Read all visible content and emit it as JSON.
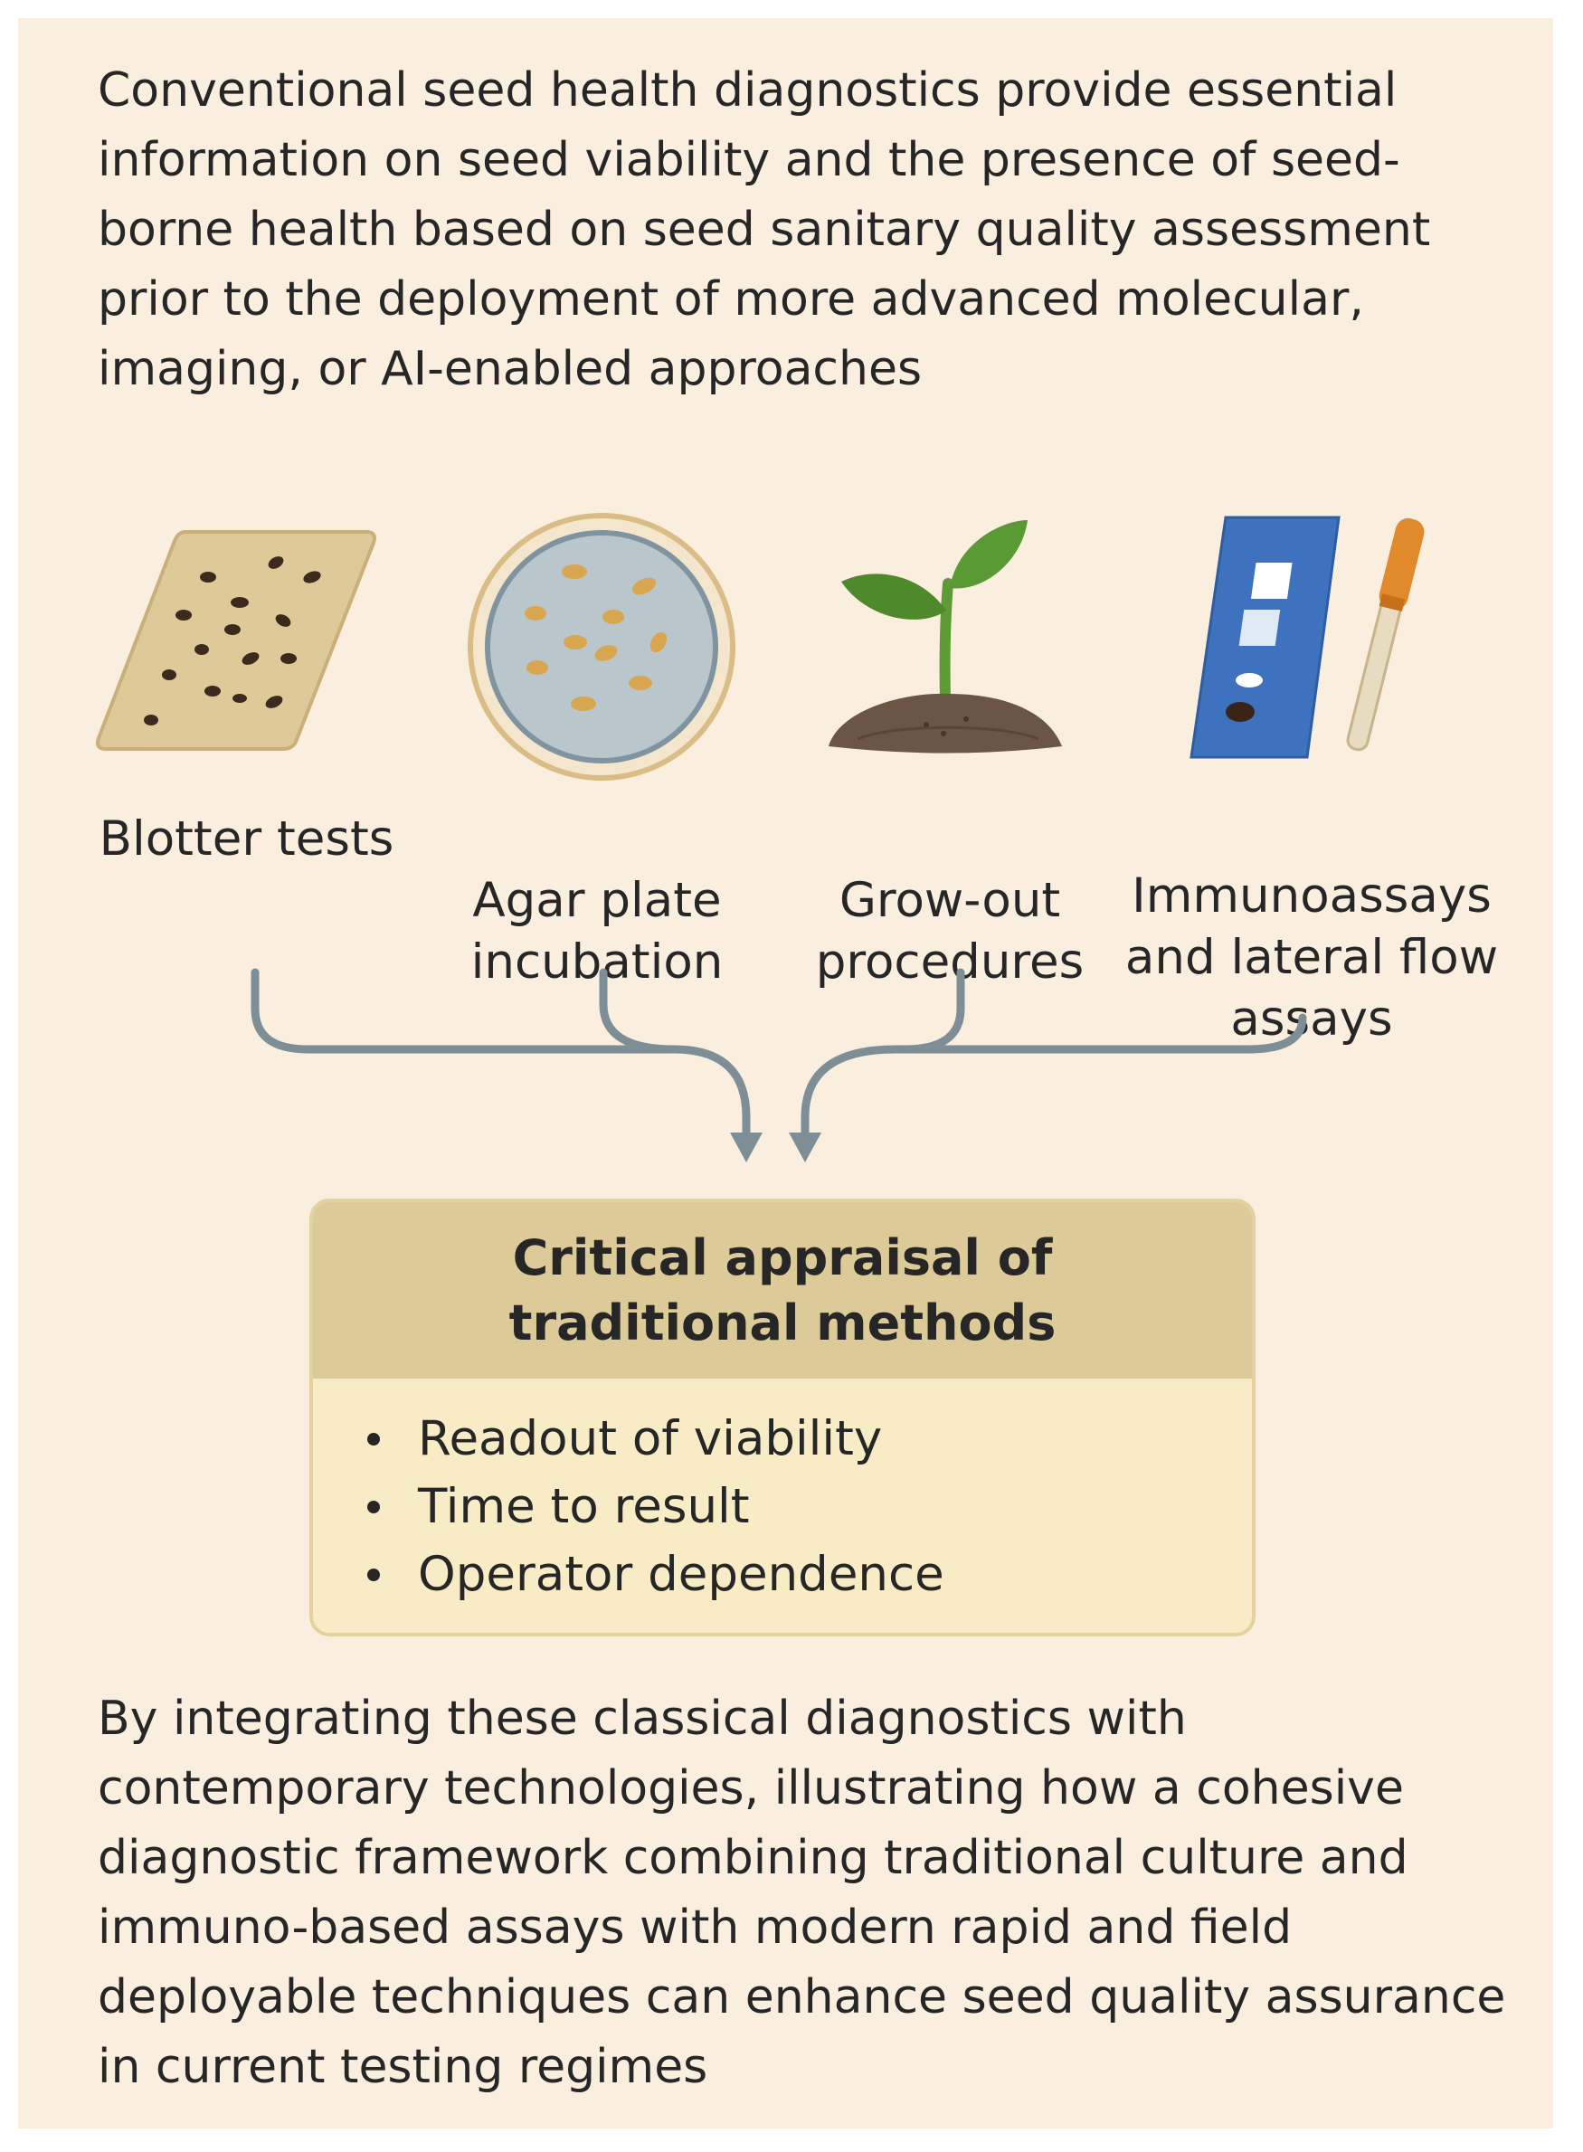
{
  "intro_text": "Conventional seed health diagnostics provide essential information on seed viability and the presence of seed-borne health based on seed sanitary quality assessment prior to the deployment of more advanced molecular, imaging, or AI-enabled approaches",
  "methods": [
    {
      "label": "Blotter tests",
      "icon": "blotter-paper-icon"
    },
    {
      "label": "Agar plate\nincubation",
      "icon": "petri-dish-icon"
    },
    {
      "label": "Grow-out\nprocedures",
      "icon": "seedling-icon"
    },
    {
      "label": "Immunoassays\nand lateral flow\nassays",
      "icon": "test-strip-dropper-icon"
    }
  ],
  "appraisal": {
    "title": "Critical appraisal of traditional methods",
    "items": [
      "Readout of viability",
      "Time to result",
      "Operator dependence"
    ]
  },
  "outro_text": "By integrating these classical diagnostics with contemporary technologies, illustrating how a cohesive diagnostic framework combining traditional culture and immuno-based assays with modern rapid and field deployable techniques can enhance seed quality assurance in current testing regimes",
  "colors": {
    "background": "#faefdf",
    "box_header": "#dccb98",
    "box_body": "#f8ecc6",
    "arrow": "#7d8e97"
  }
}
